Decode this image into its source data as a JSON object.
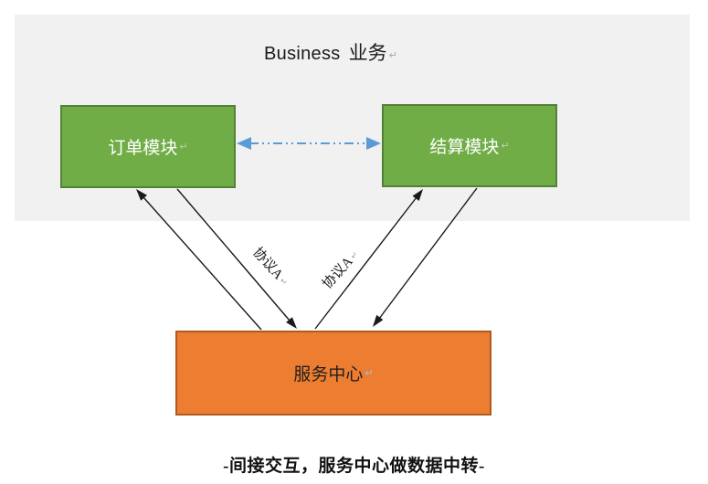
{
  "title": {
    "en": "Business",
    "zh": "业务"
  },
  "marks": {
    "pilcrow": "↵"
  },
  "nodes": {
    "order": {
      "label": "订单模块"
    },
    "settle": {
      "label": "结算模块"
    },
    "service": {
      "label": "服务中心"
    }
  },
  "edges": {
    "left_protocol_label": "协议A",
    "right_protocol_label": "协议A"
  },
  "caption": "-间接交互，服务中心做数据中转-",
  "colors": {
    "region_background": "#f1f1f2",
    "module_fill": "#70ad47",
    "module_border": "#538135",
    "service_fill": "#ed7d31",
    "service_border": "#ae5a21",
    "direct_link_blue": "#5b9bd5",
    "connector_black": "#1a1a1a"
  }
}
